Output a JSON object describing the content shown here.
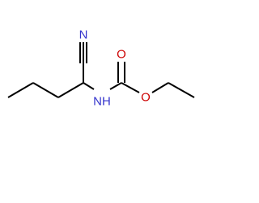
{
  "molecule": {
    "atoms": {
      "N_nitrile": {
        "symbol": "N",
        "color": "#3333cc"
      },
      "O_carbonyl": {
        "symbol": "O",
        "color": "#cc0000"
      },
      "O_ester": {
        "symbol": "O",
        "color": "#cc0000"
      },
      "NH": {
        "symbol": "NH",
        "color": "#3333cc"
      }
    },
    "bond_color": "#000000"
  }
}
